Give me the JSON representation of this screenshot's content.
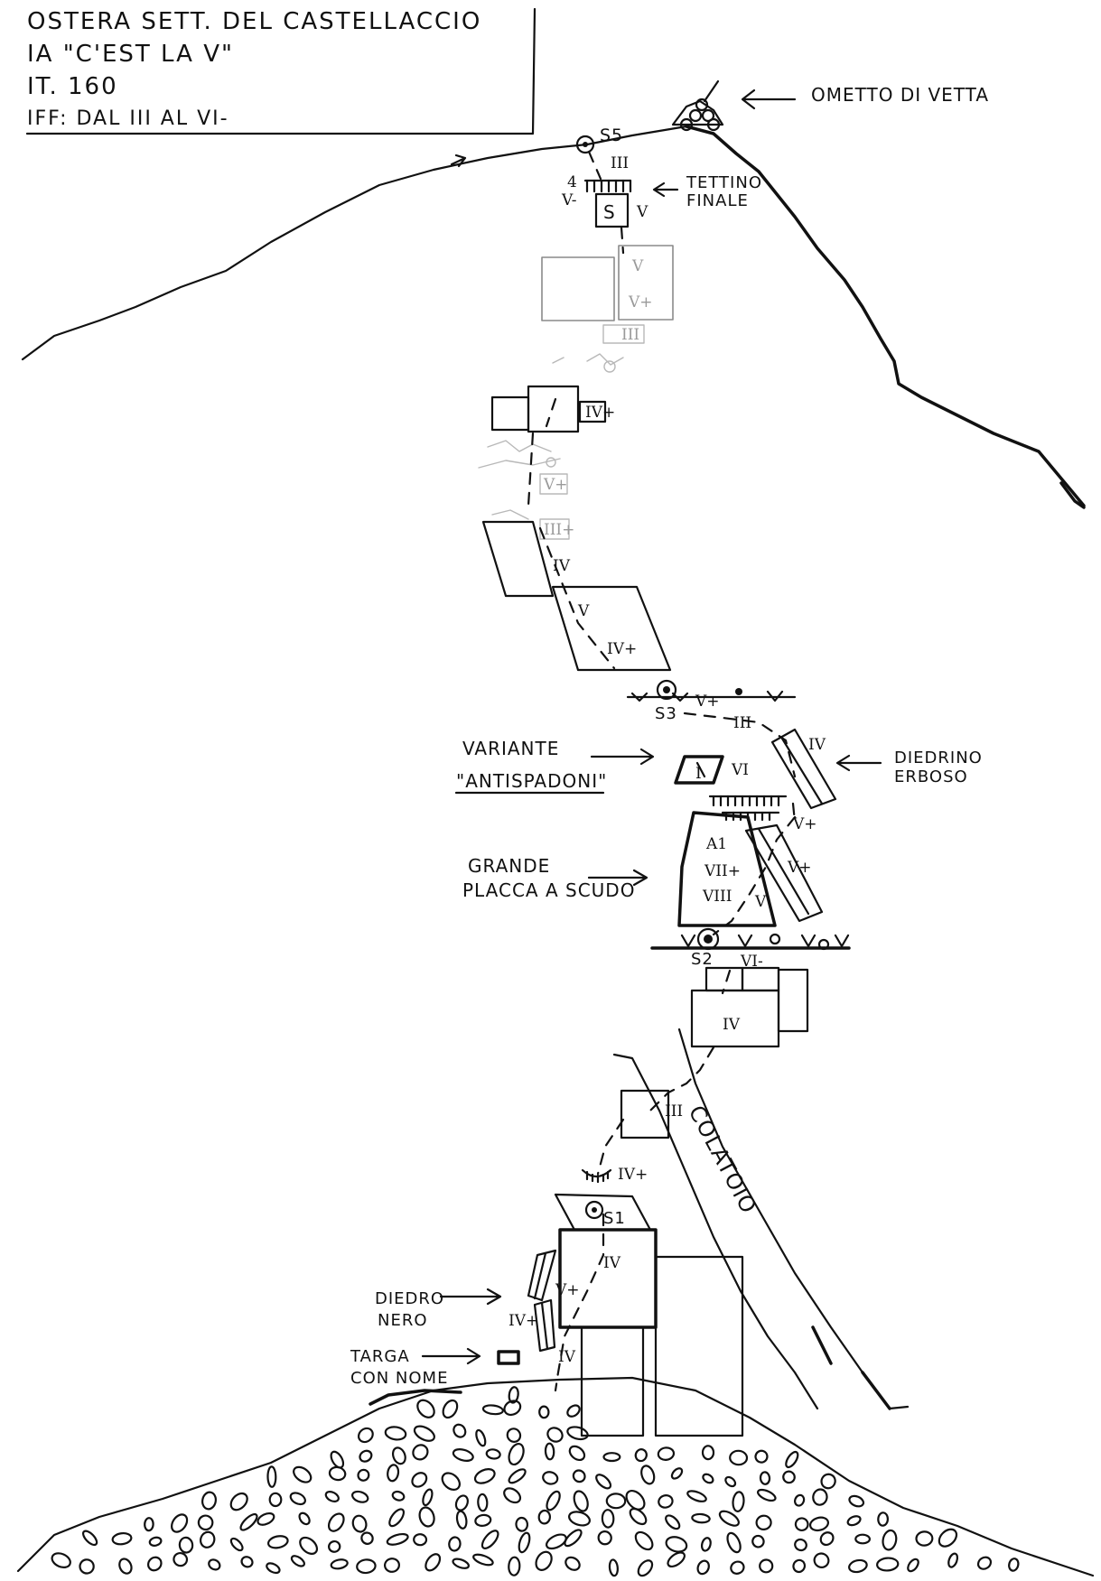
{
  "header": {
    "line1": "OSTERA SETT. DEL CASTELLACCIO",
    "line2": "IA \"C'EST LA V\"",
    "line3": "IT. 160",
    "line4": "IFF: DAL III AL VI-"
  },
  "labels": {
    "summit_cairn": "OMETTO DI VETTA",
    "final_roof_1": "TETTINO",
    "final_roof_2": "FINALE",
    "variant_1": "VARIANTE",
    "variant_2": "\"ANTISPADONI\"",
    "corner_1": "DIEDRINO",
    "corner_2": "ERBOSO",
    "slab_1": "GRANDE",
    "slab_2": "PLACCA A SCUDO",
    "gully": "COLATOIO",
    "black_corner_1": "DIEDRO",
    "black_corner_2": "NERO",
    "plaque_1": "TARGA",
    "plaque_2": "CON NOME"
  },
  "belays": {
    "s5": "S5",
    "s3": "S3",
    "s2": "S2",
    "s1": "S1"
  },
  "grades": {
    "g_top_iii": "III",
    "g_roof_left": "V-",
    "g_roof_right": "V",
    "g_roof_num": "4",
    "g_roof_box": "S",
    "g_p4_v": "V",
    "g_p4_vplus": "V+",
    "g_p4_iii": "III",
    "g_p4b_ivplus": "IV+",
    "g_p4c_vplus": "V+",
    "g_p4d_iiiplus": "III+",
    "g_p3_iv": "IV",
    "g_p3_v": "V",
    "g_p3_ivplus": "IV+",
    "g_s3_vplus": "V+",
    "g_s3_iii": "III",
    "g_s3_iv": "IV",
    "g_var_i": "I",
    "g_var_vi": "VI",
    "g_slab_a1": "A1",
    "g_slab_viiplus": "VII+",
    "g_slab_viii": "VIII",
    "g_slab_v": "V",
    "g_slab_vplus": "V+",
    "g_corner_vplus": "V+",
    "g_s2_vi": "VI-",
    "g_p2_iv": "IV",
    "g_gully_iii": "III",
    "g_roof2_ivplus": "IV+",
    "g_p1_iv": "IV",
    "g_p1_vplus": "V+",
    "g_p1_ivplus": "IV+",
    "g_p1_base_iv": "IV"
  }
}
